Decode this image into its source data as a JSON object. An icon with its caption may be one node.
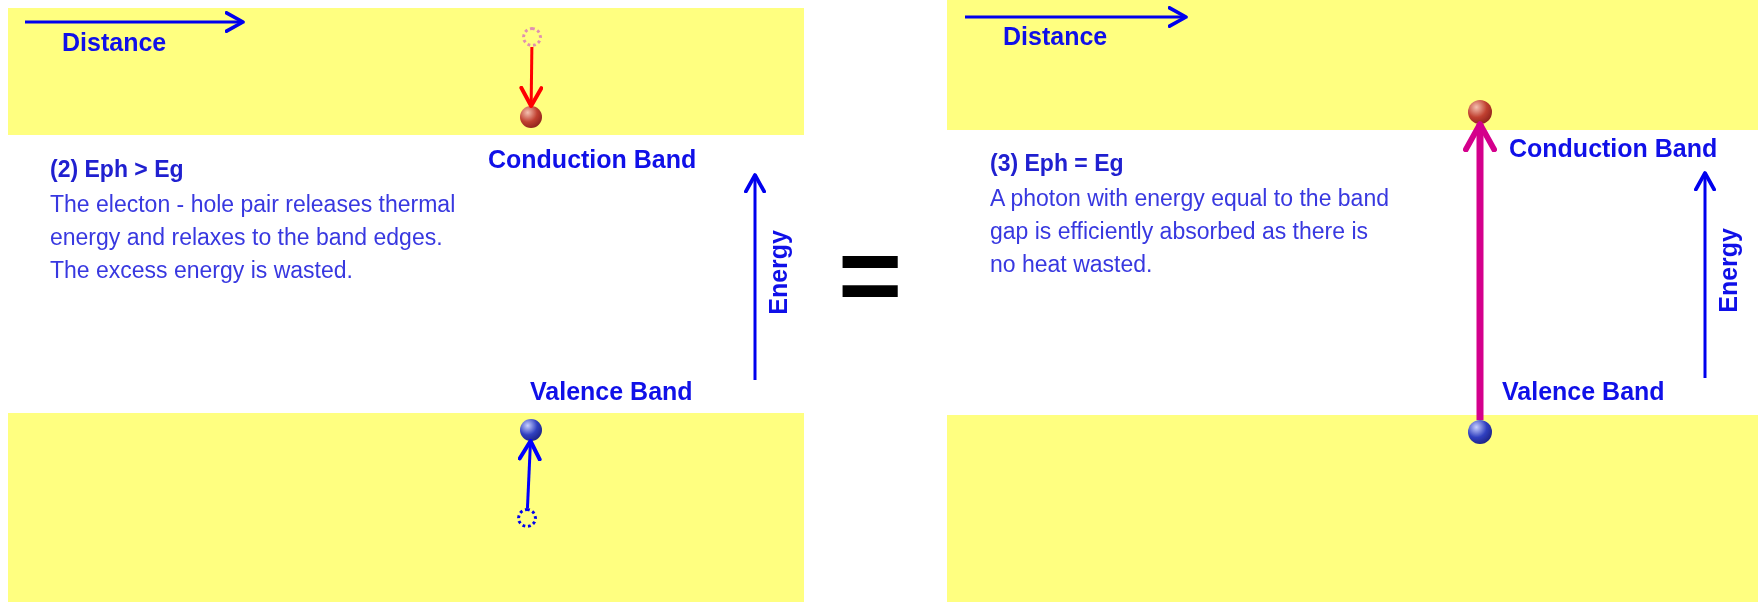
{
  "diagram": {
    "nodes": [
      {
        "text": [
          "Conduction Band"
        ]
      },
      {
        "text": [],
        "shape": "circle",
        "in": 0
      },
      {
        "text": [],
        "shape": "circle",
        "in": 0
      },
      {
        "text": [
          "Valence Band"
        ]
      },
      {
        "text": [],
        "shape": "circle",
        "in": 3
      },
      {
        "text": [],
        "shape": "circle",
        "in": 3
      },
      {
        "text": [
          "Conduction Band"
        ]
      },
      {
        "text": [],
        "shape": "circle",
        "in": 6
      },
      {
        "text": [
          "Valence Band"
        ]
      },
      {
        "text": [],
        "shape": "circle",
        "in": 8
      }
    ],
    "edges": [
      {
        "from": 1,
        "to": 2,
        "arrow": "to",
        "color": "#ff0000"
      },
      {
        "from": 5,
        "to": 4,
        "arrow": "to",
        "color": "#0000ff"
      },
      {
        "from": 9,
        "to": 7,
        "arrow": "to",
        "style": "thick",
        "color": "#d4008c"
      }
    ],
    "labels": [
      "Distance",
      "(2) Eph > Eg",
      "The electon - hole pair releases thermal energy and relaxes to the band edges. The excess energy is wasted.",
      "Energy",
      "=",
      "Distance",
      "(3) Eph = Eg",
      "A photon with energy equal to the band gap is efficiently absorbed as there is no heat wasted.",
      "Energy"
    ]
  }
}
